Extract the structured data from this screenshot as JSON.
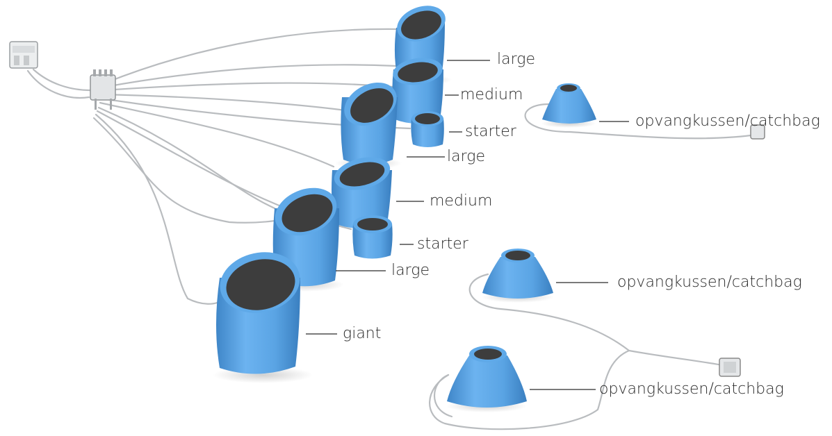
{
  "labels": {
    "large_top": "large",
    "medium_top": "medium",
    "starter_top": "starter",
    "large_mid": "large",
    "medium_mid": "medium",
    "starter_mid": "starter",
    "large_low": "large",
    "giant": "giant",
    "catchbag_top": "opvangkussen/catchbag",
    "catchbag_mid": "opvangkussen/catchbag",
    "catchbag_low": "opvangkussen/catchbag"
  },
  "colors": {
    "cushion_blue": "#5fa9e8",
    "cushion_shadow": "#3f86c8",
    "opening_dark": "#3d3d3d",
    "hose": "#b9bcbf",
    "leader_line": "#2a2a2a"
  }
}
